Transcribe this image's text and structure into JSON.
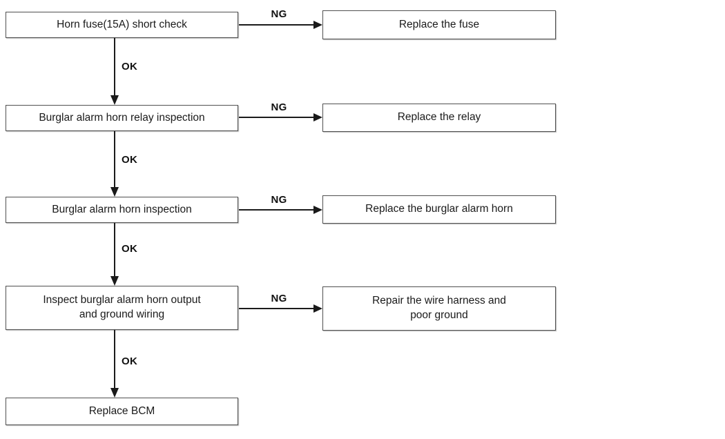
{
  "diagram": {
    "type": "flowchart",
    "edge_labels": {
      "ok": "OK",
      "ng": "NG"
    },
    "steps": [
      "Horn fuse(15A) short check",
      "Burglar alarm horn relay inspection",
      "Burglar alarm horn inspection",
      "Inspect burglar alarm horn output\nand ground wiring",
      "Replace BCM"
    ],
    "ng_actions": [
      "Replace the fuse",
      "Replace the relay",
      "Replace the burglar alarm horn",
      "Repair the wire harness and\npoor ground"
    ],
    "colors": {
      "background": "#ffffff",
      "box_border": "#4f4f4f",
      "line": "#1a1a1a",
      "text": "#1a1a1a"
    }
  }
}
